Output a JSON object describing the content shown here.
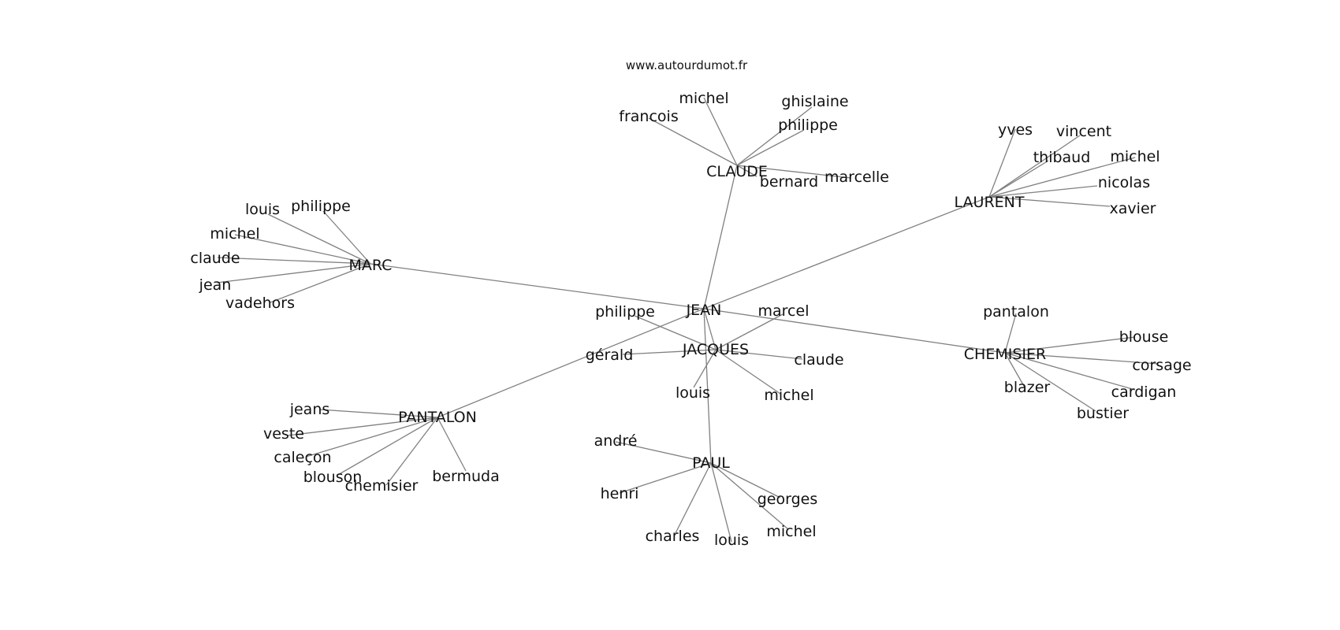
{
  "source_label": "www.autourdumot.fr",
  "colors": {
    "edge": "#808080",
    "text": "#111111",
    "background": "#ffffff"
  },
  "hubs": [
    {
      "id": "jean",
      "label": "JEAN"
    },
    {
      "id": "claude_hub",
      "label": "CLAUDE"
    },
    {
      "id": "laurent",
      "label": "LAURENT"
    },
    {
      "id": "marc",
      "label": "MARC"
    },
    {
      "id": "chemisier_hub",
      "label": "CHEMISIER"
    },
    {
      "id": "jacques",
      "label": "JACQUES"
    },
    {
      "id": "pantalon_hub",
      "label": "PANTALON"
    },
    {
      "id": "paul",
      "label": "PAUL"
    }
  ],
  "leaves": [
    {
      "id": "c_michel",
      "label": "michel",
      "parent": "claude_hub"
    },
    {
      "id": "c_francois",
      "label": "francois",
      "parent": "claude_hub"
    },
    {
      "id": "c_ghislaine",
      "label": "ghislaine",
      "parent": "claude_hub"
    },
    {
      "id": "c_philippe",
      "label": "philippe",
      "parent": "claude_hub"
    },
    {
      "id": "c_bernard",
      "label": "bernard",
      "parent": "claude_hub"
    },
    {
      "id": "c_marcelle",
      "label": "marcelle",
      "parent": "claude_hub"
    },
    {
      "id": "l_yves",
      "label": "yves",
      "parent": "laurent"
    },
    {
      "id": "l_vincent",
      "label": "vincent",
      "parent": "laurent"
    },
    {
      "id": "l_thibaud",
      "label": "thibaud",
      "parent": "laurent"
    },
    {
      "id": "l_michel",
      "label": "michel",
      "parent": "laurent"
    },
    {
      "id": "l_nicolas",
      "label": "nicolas",
      "parent": "laurent"
    },
    {
      "id": "l_xavier",
      "label": "xavier",
      "parent": "laurent"
    },
    {
      "id": "m_louis",
      "label": "louis",
      "parent": "marc"
    },
    {
      "id": "m_philippe",
      "label": "philippe",
      "parent": "marc"
    },
    {
      "id": "m_michel",
      "label": "michel",
      "parent": "marc"
    },
    {
      "id": "m_claude",
      "label": "claude",
      "parent": "marc"
    },
    {
      "id": "m_jean",
      "label": "jean",
      "parent": "marc"
    },
    {
      "id": "m_vadehors",
      "label": "vadehors",
      "parent": "marc"
    },
    {
      "id": "ch_pantalon",
      "label": "pantalon",
      "parent": "chemisier_hub"
    },
    {
      "id": "ch_blouse",
      "label": "blouse",
      "parent": "chemisier_hub"
    },
    {
      "id": "ch_corsage",
      "label": "corsage",
      "parent": "chemisier_hub"
    },
    {
      "id": "ch_blazer",
      "label": "blazer",
      "parent": "chemisier_hub"
    },
    {
      "id": "ch_cardigan",
      "label": "cardigan",
      "parent": "chemisier_hub"
    },
    {
      "id": "ch_bustier",
      "label": "bustier",
      "parent": "chemisier_hub"
    },
    {
      "id": "j_philippe",
      "label": "philippe",
      "parent": "jacques"
    },
    {
      "id": "j_marcel",
      "label": "marcel",
      "parent": "jacques"
    },
    {
      "id": "j_gerald",
      "label": "gérald",
      "parent": "jacques"
    },
    {
      "id": "j_claude",
      "label": "claude",
      "parent": "jacques"
    },
    {
      "id": "j_louis",
      "label": "louis",
      "parent": "jacques"
    },
    {
      "id": "j_michel",
      "label": "michel",
      "parent": "jacques"
    },
    {
      "id": "p_jeans",
      "label": "jeans",
      "parent": "pantalon_hub"
    },
    {
      "id": "p_veste",
      "label": "veste",
      "parent": "pantalon_hub"
    },
    {
      "id": "p_calecon",
      "label": "caleçon",
      "parent": "pantalon_hub"
    },
    {
      "id": "p_blouson",
      "label": "blouson",
      "parent": "pantalon_hub"
    },
    {
      "id": "p_chemisier",
      "label": "chemisier",
      "parent": "pantalon_hub"
    },
    {
      "id": "p_bermuda",
      "label": "bermuda",
      "parent": "pantalon_hub"
    },
    {
      "id": "pa_andre",
      "label": "andré",
      "parent": "paul"
    },
    {
      "id": "pa_henri",
      "label": "henri",
      "parent": "paul"
    },
    {
      "id": "pa_georges",
      "label": "georges",
      "parent": "paul"
    },
    {
      "id": "pa_charles",
      "label": "charles",
      "parent": "paul"
    },
    {
      "id": "pa_louis",
      "label": "louis",
      "parent": "paul"
    },
    {
      "id": "pa_michel",
      "label": "michel",
      "parent": "paul"
    }
  ],
  "edges": [
    [
      "jean",
      "claude_hub"
    ],
    [
      "jean",
      "laurent"
    ],
    [
      "jean",
      "marc"
    ],
    [
      "jean",
      "chemisier_hub"
    ],
    [
      "jean",
      "jacques"
    ],
    [
      "jean",
      "pantalon_hub"
    ],
    [
      "jean",
      "paul"
    ]
  ]
}
